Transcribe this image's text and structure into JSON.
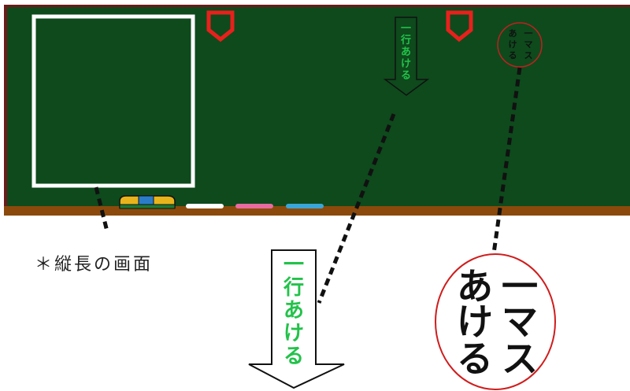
{
  "board": {
    "colors": {
      "board": "#0e4a1c",
      "frame": "#6e1a1a",
      "tray": "#8b4a0c",
      "chalk_outline": "#ffffff",
      "marker": "#e8201c",
      "callout_green": "#23c24a",
      "eraser_top": "#e8b41c",
      "eraser_mid": "#2a7cc8",
      "chalk_white": "#ffffff",
      "chalk_pink": "#e86ba0",
      "chalk_blue": "#3aa6d8"
    },
    "icons": [
      "shield-marker-icon",
      "eraser-icon",
      "chalk-stick-icon",
      "down-arrow-icon"
    ]
  },
  "caption": "＊縦長の画面",
  "callouts": {
    "line_space": "一行あける",
    "line_space_chars": [
      "一",
      "行",
      "あ",
      "け",
      "る"
    ],
    "one_cell": "一マスあける",
    "one_cell_right": [
      "一",
      "マ",
      "ス"
    ],
    "one_cell_left": [
      "あ",
      "け",
      "る"
    ]
  }
}
